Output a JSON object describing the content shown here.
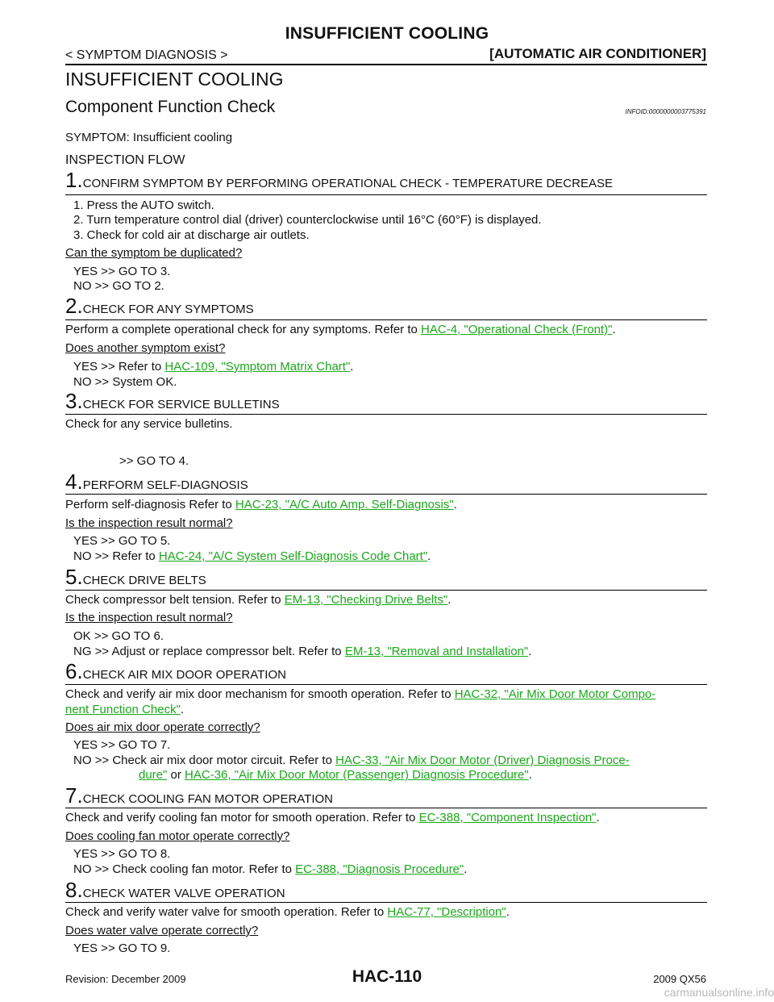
{
  "header": {
    "title": "INSUFFICIENT COOLING",
    "section": "< SYMPTOM DIAGNOSIS >",
    "system": "[AUTOMATIC AIR CONDITIONER]"
  },
  "main_title": "INSUFFICIENT COOLING",
  "sub_title": "Component Function Check",
  "infoid": "INFOID:0000000003775391",
  "symptom": "SYMPTOM: Insufficient cooling",
  "flow_title": "INSPECTION FLOW",
  "steps": [
    {
      "num": "1.",
      "title": "CONFIRM SYMPTOM BY PERFORMING OPERATIONAL CHECK - TEMPERATURE DECREASE",
      "items": [
        "1.   Press the AUTO switch.",
        "2.   Turn temperature control dial (driver) counterclockwise until 16°C (60°F) is displayed.",
        "3.   Check for cold air at discharge air outlets."
      ],
      "question": "Can the symptom be duplicated?",
      "yes": "YES    >> GO TO 3.",
      "no": "NO     >> GO TO 2."
    },
    {
      "num": "2.",
      "title": "CHECK FOR ANY SYMPTOMS",
      "text": "Perform a complete operational check for any symptoms. Refer to ",
      "link": "HAC-4, \"Operational Check (Front)\"",
      "question": "Does another symptom exist?",
      "yes_pre": "YES    >> Refer to ",
      "yes_link": "HAC-109, \"Symptom  Matrix  Chart\"",
      "no": "NO     >> System OK."
    },
    {
      "num": "3.",
      "title": "CHECK FOR SERVICE BULLETINS",
      "text": "Check for any service bulletins.",
      "goto": ">> GO TO 4."
    },
    {
      "num": "4.",
      "title": "PERFORM SELF-DIAGNOSIS",
      "text": "Perform self-diagnosis Refer to ",
      "link": "HAC-23, \"A/C Auto Amp. Self-Diagnosis\"",
      "question": "Is the inspection result normal?",
      "yes": "YES    >> GO TO 5.",
      "no_pre": "NO     >> Refer to ",
      "no_link": "HAC-24, \"A/C System Self-Diagnosis Code Chart\""
    },
    {
      "num": "5.",
      "title": "CHECK DRIVE BELTS",
      "text": "Check compressor belt tension. Refer to ",
      "link": "EM-13, \"Checking Drive Belts\"",
      "question": "Is the inspection result normal?",
      "ok": "OK     >> GO TO 6.",
      "ng_pre": "NG     >> Adjust or replace compressor belt. Refer to ",
      "ng_link": "EM-13, \"Removal and Installation\""
    },
    {
      "num": "6.",
      "title": "CHECK AIR MIX DOOR OPERATION",
      "text": "Check and verify air mix door mechanism for smooth operation. Refer to ",
      "link": "HAC-32, \"Air Mix Door Motor Compo-",
      "link_cont": "nent Function Check\"",
      "question": "Does air mix door operate correctly?",
      "yes": "YES    >> GO TO 7.",
      "no_pre": "NO     >> Check air mix door motor circuit. Refer to ",
      "no_link": "HAC-33, \"Air Mix Door Motor (Driver) Diagnosis Proce-",
      "no_link_cont": "dure\"",
      "or": " or ",
      "no_link2": "HAC-36, \"Air Mix Door Motor (Passenger) Diagnosis Procedure\""
    },
    {
      "num": "7.",
      "title": "CHECK COOLING FAN MOTOR OPERATION",
      "text": "Check and verify cooling fan motor for smooth operation. Refer to ",
      "link": "EC-388, \"Component Inspection\"",
      "question": "Does cooling fan motor operate correctly?",
      "yes": "YES    >> GO TO 8.",
      "no_pre": "NO     >> Check cooling fan motor. Refer to ",
      "no_link": "EC-388, \"Diagnosis Procedure\""
    },
    {
      "num": "8.",
      "title": "CHECK WATER VALVE OPERATION",
      "text": "Check and verify water valve for smooth operation. Refer to ",
      "link": "HAC-77, \"Description\"",
      "question": "Does water valve operate correctly?",
      "yes": "YES    >> GO TO 9."
    }
  ],
  "period": ".",
  "footer": {
    "revision": "Revision: December 2009",
    "page": "HAC-110",
    "model": "2009 QX56"
  },
  "watermark": "carmanualsonline.info"
}
